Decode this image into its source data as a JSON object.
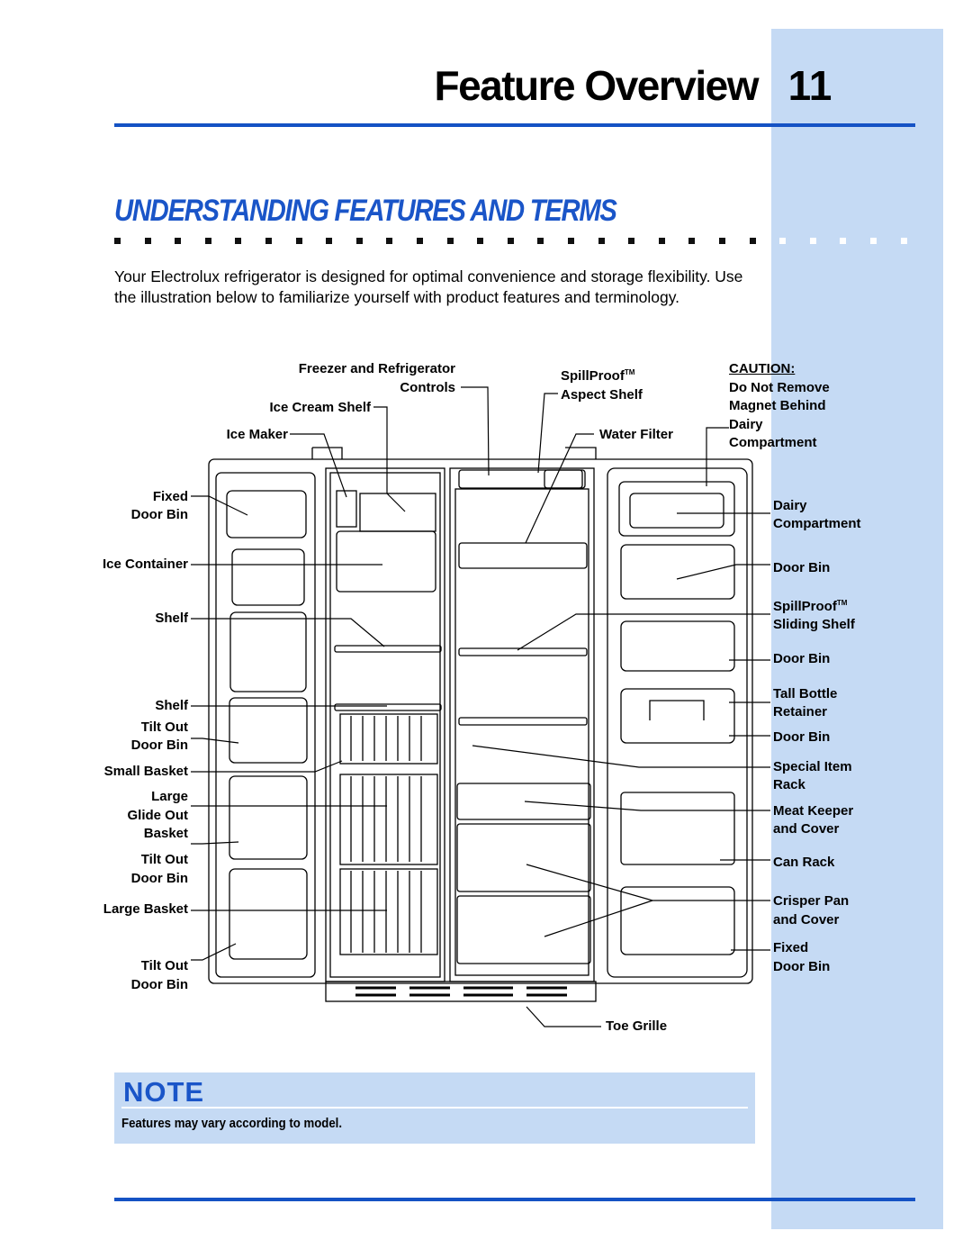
{
  "header": {
    "title": "Feature Overview",
    "page_number": "11"
  },
  "section": {
    "heading": "UNDERSTANDING FEATURES AND TERMS"
  },
  "intro": "Your Electrolux refrigerator is designed for optimal convenience and storage flexibility. Use the illustration below to familiarize yourself with product features and terminology.",
  "labels": {
    "freezer_controls_1": "Freezer and Refrigerator",
    "freezer_controls_2": "Controls",
    "ice_cream_shelf": "Ice Cream Shelf",
    "ice_maker": "Ice Maker",
    "spillproof_aspect_1": "SpillProof",
    "spillproof_aspect_tm": "TM",
    "spillproof_aspect_2": "Aspect Shelf",
    "water_filter": "Water Filter",
    "caution_title": "CAUTION:",
    "caution_line1": "Do Not Remove",
    "caution_line2": "Magnet Behind",
    "caution_line3": "Dairy",
    "caution_line4": "Compartment",
    "fixed_door_bin_l_1": "Fixed",
    "fixed_door_bin_l_2": "Door Bin",
    "ice_container": "Ice Container",
    "shelf_1": "Shelf",
    "shelf_2": "Shelf",
    "tilt_out_1a": "Tilt Out",
    "tilt_out_1b": "Door Bin",
    "small_basket": "Small Basket",
    "large_glide_1": "Large",
    "large_glide_2": "Glide Out",
    "large_glide_3": "Basket",
    "tilt_out_2a": "Tilt Out",
    "tilt_out_2b": "Door Bin",
    "large_basket": "Large Basket",
    "tilt_out_3a": "Tilt Out",
    "tilt_out_3b": "Door Bin",
    "dairy_1": "Dairy",
    "dairy_2": "Compartment",
    "door_bin_1": "Door Bin",
    "spillproof_sliding_1": "SpillProof",
    "spillproof_sliding_tm": "TM",
    "spillproof_sliding_2": "Sliding Shelf",
    "door_bin_2": "Door Bin",
    "tall_bottle_1": "Tall Bottle",
    "tall_bottle_2": "Retainer",
    "door_bin_3": "Door Bin",
    "special_item_1": "Special Item",
    "special_item_2": "Rack",
    "meat_keeper_1": "Meat Keeper",
    "meat_keeper_2": "and Cover",
    "can_rack": "Can Rack",
    "crisper_1": "Crisper Pan",
    "crisper_2": "and Cover",
    "fixed_door_bin_r_1": "Fixed",
    "fixed_door_bin_r_2": "Door Bin",
    "toe_grille": "Toe Grille"
  },
  "note": {
    "title": "NOTE",
    "text": "Features may vary according to model."
  },
  "colors": {
    "accent_blue": "#1a55c8",
    "sidebar_blue": "#c5daf4",
    "rule_blue": "#1552c4"
  }
}
